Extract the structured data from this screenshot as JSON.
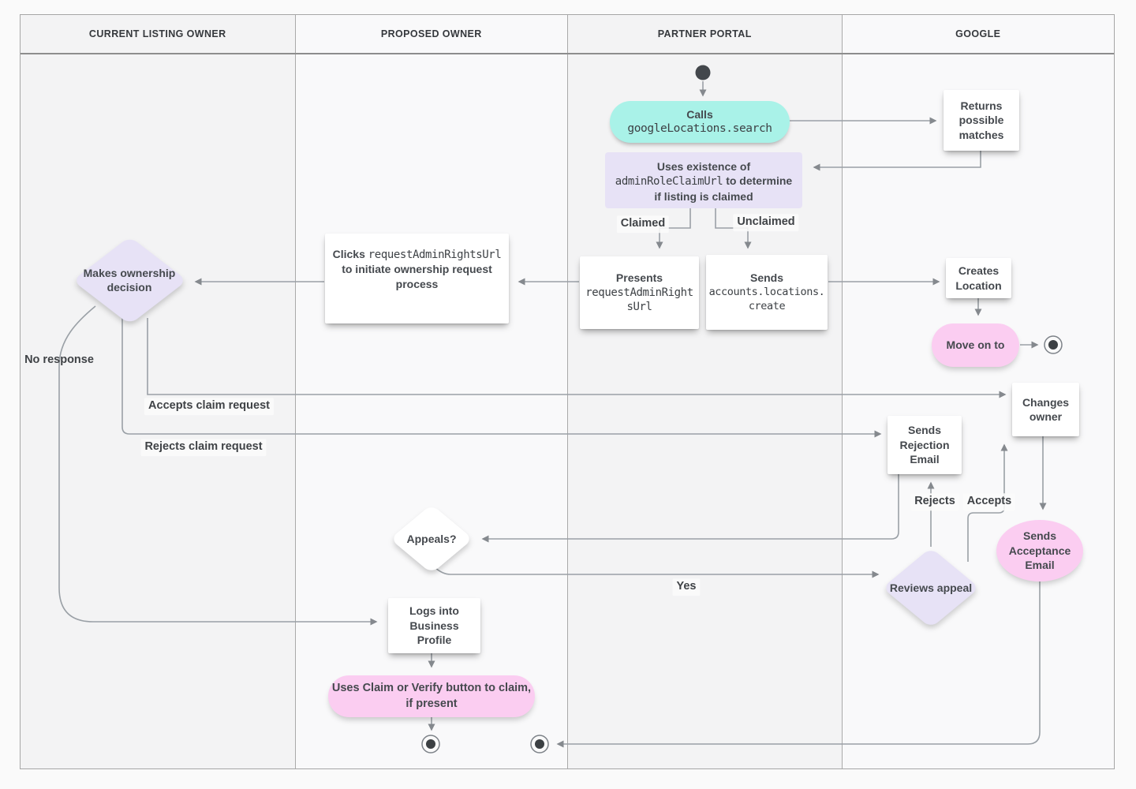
{
  "lanes": [
    "CURRENT LISTING OWNER",
    "PROPOSED OWNER",
    "PARTNER PORTAL",
    "GOOGLE"
  ],
  "nodes": {
    "calls": {
      "label": "Calls",
      "code": "googleLocations.search"
    },
    "returns_matches": {
      "label": "Returns possible matches"
    },
    "uses_existence": {
      "p1": "Uses existence of",
      "code": "adminRoleClaimUrl",
      "p2": "to determine if listing is claimed"
    },
    "presents": {
      "label": "Presents",
      "code": "requestAdminRightsUrl"
    },
    "sends_create": {
      "label": "Sends",
      "code": "accounts.locations.create"
    },
    "creates_location": {
      "label": "Creates Location"
    },
    "move_on_to": {
      "label": "Move on to"
    },
    "clicks": {
      "p1": "Clicks",
      "code": "requestAdminRightsUrl",
      "p2": "to initiate ownership request process"
    },
    "makes_decision": {
      "label": "Makes ownership decision"
    },
    "sends_rejection": {
      "label": "Sends Rejection Email"
    },
    "changes_owner": {
      "label": "Changes owner"
    },
    "sends_acceptance": {
      "label": "Sends Acceptance Email"
    },
    "reviews_appeal": {
      "label": "Reviews appeal"
    },
    "appeals": {
      "label": "Appeals?"
    },
    "logs_into": {
      "label": "Logs into Business Profile"
    },
    "uses_claim": {
      "label": "Uses Claim or Verify button to claim, if present"
    }
  },
  "edge_labels": {
    "claimed": "Claimed",
    "unclaimed": "Unclaimed",
    "no_response": "No response",
    "accepts_claim": "Accepts claim request",
    "rejects_claim": "Rejects claim request",
    "rejects": "Rejects",
    "accepts": "Accepts",
    "yes": "Yes"
  },
  "colors": {
    "teal": "#a9f2e8",
    "lavender": "#e7e2f6",
    "pink": "#fbcdf1",
    "line": "#9aa0a6",
    "node-dark": "#43474c"
  }
}
